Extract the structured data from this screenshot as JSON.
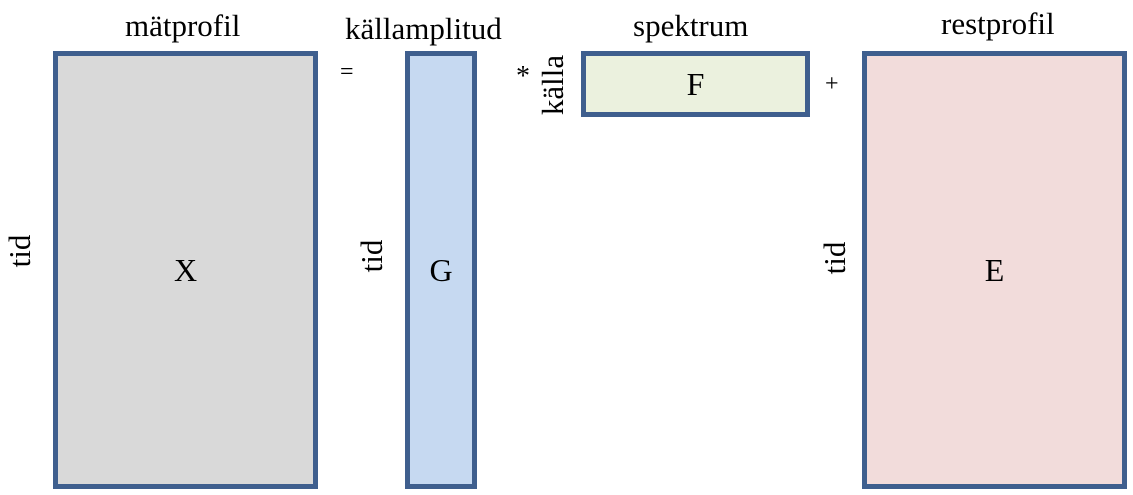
{
  "matrices": {
    "X": {
      "letter": "X",
      "title": "mätprofil",
      "row_label": "tid",
      "fill": "#d9d9d9"
    },
    "G": {
      "letter": "G",
      "title": "källamplitud",
      "row_label": "tid",
      "fill": "#c6d9f1"
    },
    "F": {
      "letter": "F",
      "title": "spektrum",
      "row_label": "källa",
      "fill": "#ebf1de"
    },
    "E": {
      "letter": "E",
      "title": "restprofil",
      "row_label": "tid",
      "fill": "#f2dcdb"
    }
  },
  "operators": {
    "equals": "=",
    "multiply": "*",
    "plus": "+"
  },
  "colors": {
    "border": "#3f5f8e"
  }
}
